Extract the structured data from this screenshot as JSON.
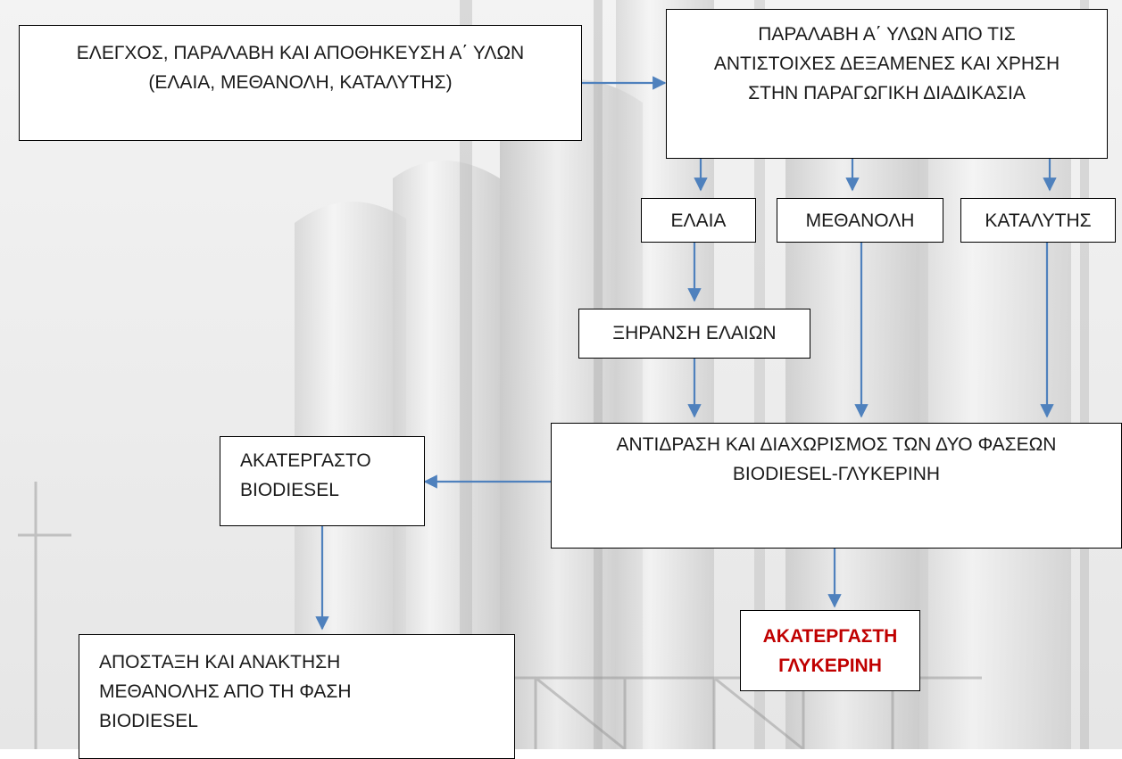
{
  "boxes": {
    "raw_materials_control": "ΕΛΕΓΧΟΣ, ΠΑΡΑΛΑΒΗ ΚΑΙ ΑΠΟΘΗΚΕΥΣΗ Α΄ ΥΛΩΝ\n(ΕΛΑΙΑ, ΜΕΘΑΝΟΛΗ, ΚΑΤΑΛΥΤΗΣ)",
    "raw_materials_reception": "ΠΑΡΑΛΑΒΗ Α΄ ΥΛΩΝ ΑΠΟ ΤΙΣ\nΑΝΤΙΣΤΟΙΧΕΣ ΔΕΞΑΜΕΝΕΣ ΚΑΙ ΧΡΗΣΗ\nΣΤΗΝ ΠΑΡΑΓΩΓΙΚΗ ΔΙΑΔΙΚΑΣΙΑ",
    "oils": "ΕΛΑΙΑ",
    "methanol": "ΜΕΘΑΝΟΛΗ",
    "catalyst": "ΚΑΤΑΛΥΤΗΣ",
    "oil_drying": "ΞΗΡΑΝΣΗ ΕΛΑΙΩΝ",
    "reaction_separation": "ΑΝΤΙΔΡΑΣΗ ΚΑΙ ΔΙΑΧΩΡΙΣΜΟΣ ΤΩΝ ΔΥΟ ΦΑΣΕΩΝ\nBIODIESEL-ΓΛΥΚΕΡΙΝΗ",
    "crude_biodiesel": "ΑΚΑΤΕΡΓΑΣΤΟ\nBIODIESEL",
    "distillation": "ΑΠΟΣΤΑΞΗ ΚΑΙ ΑΝΑΚΤΗΣΗ\nΜΕΘΑΝΟΛΗΣ ΑΠΟ ΤΗ ΦΑΣΗ\nBIODIESEL",
    "crude_glycerin": "ΑΚΑΤΕΡΓΑΣΤΗ\nΓΛΥΚΕΡΙΝΗ"
  },
  "colors": {
    "arrow": "#4f81bd",
    "highlight_text": "#c00000",
    "box_border": "#000000"
  }
}
